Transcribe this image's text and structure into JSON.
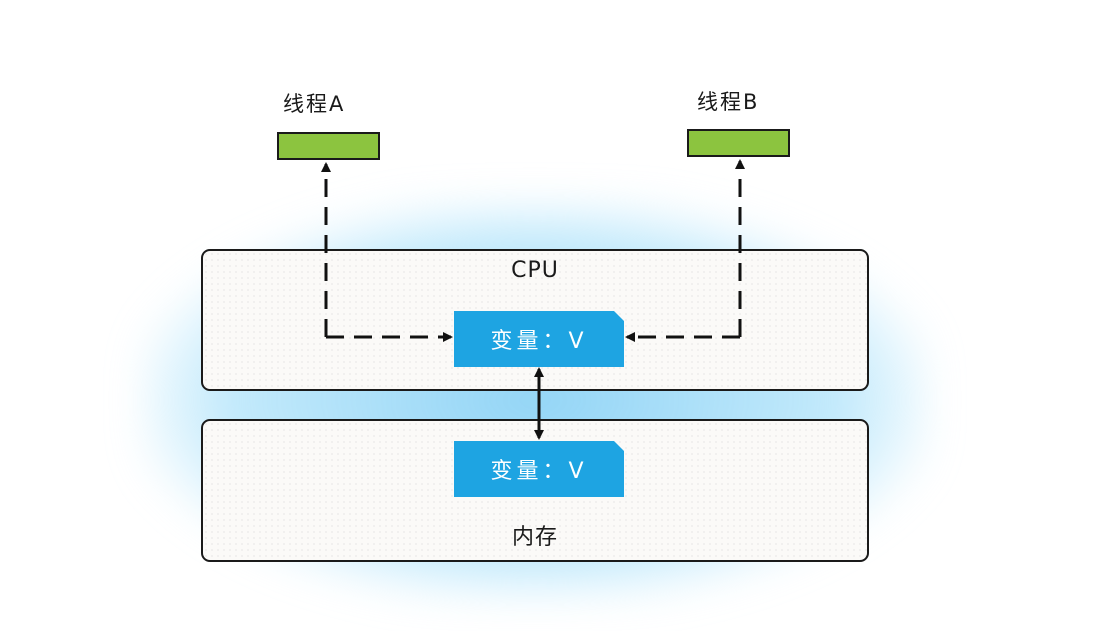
{
  "diagram": {
    "threads": [
      {
        "label": "线程A",
        "color": "#8cc43f"
      },
      {
        "label": "线程B",
        "color": "#8cc43f"
      }
    ],
    "cpu": {
      "label": "CPU",
      "variable": "变量：V"
    },
    "memory": {
      "label": "内存",
      "variable": "变量：V"
    },
    "accent_color": "#1ea4e2",
    "connections": [
      {
        "from": "线程A",
        "to": "CPU 变量：V",
        "style": "dashed",
        "direction": "bidirectional"
      },
      {
        "from": "线程B",
        "to": "CPU 变量：V",
        "style": "dashed",
        "direction": "bidirectional"
      },
      {
        "from": "CPU 变量：V",
        "to": "内存 变量：V",
        "style": "solid",
        "direction": "bidirectional"
      }
    ]
  }
}
